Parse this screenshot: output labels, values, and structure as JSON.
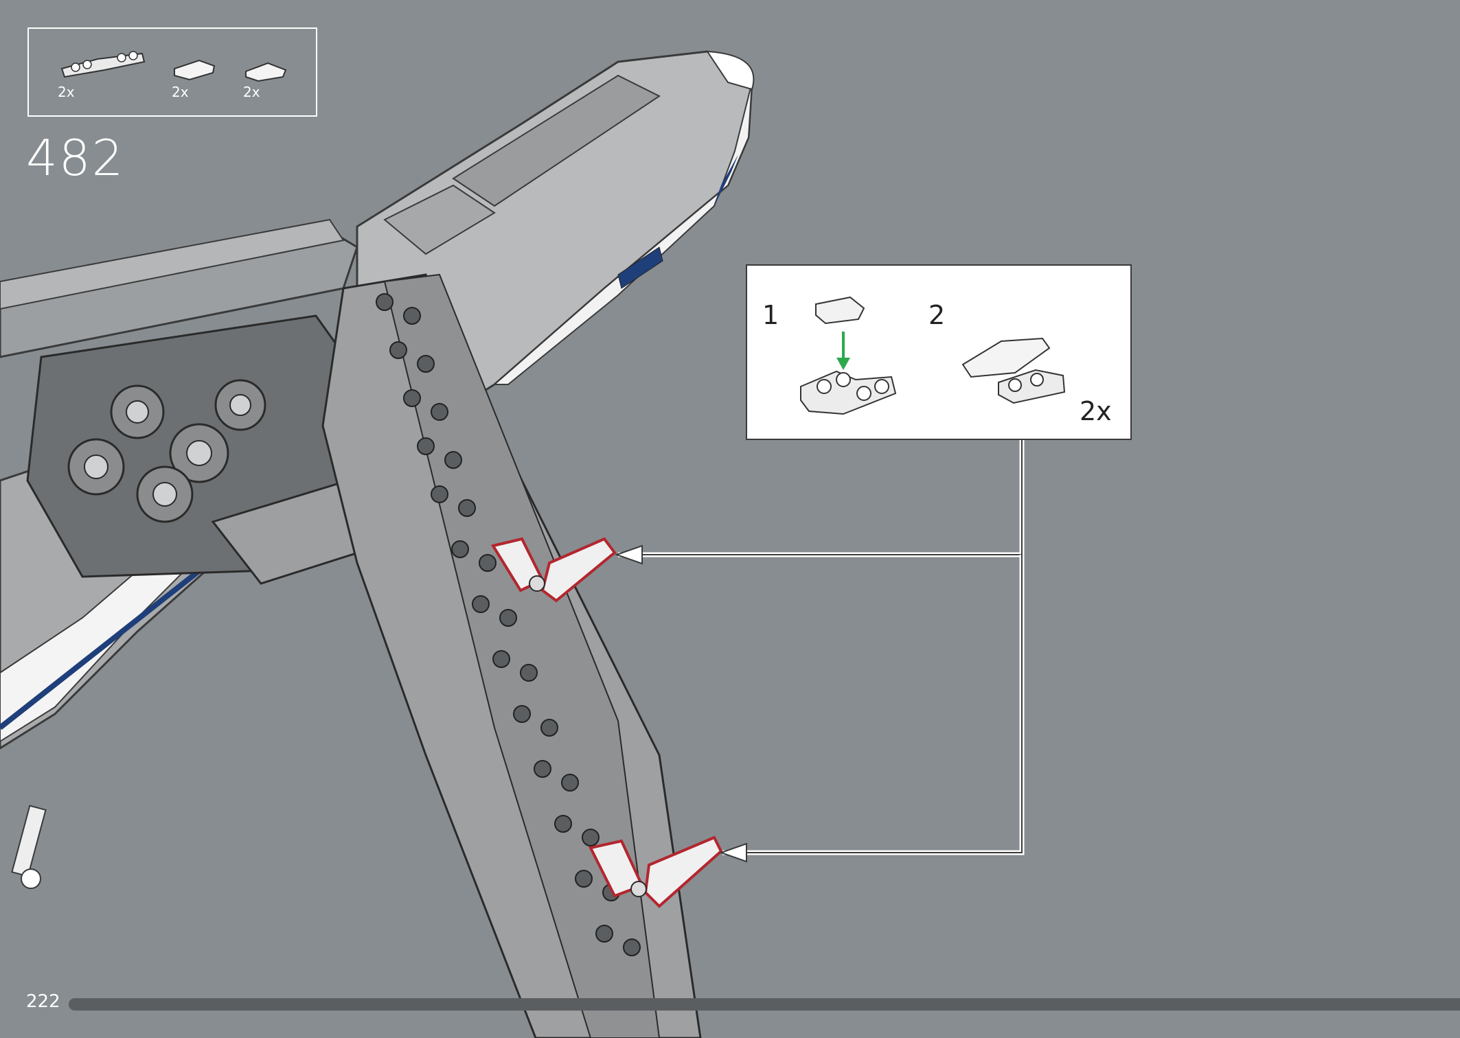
{
  "page": {
    "background": "#878d90",
    "accent_highlight": "#b3262e",
    "arrow_green": "#2ea84f"
  },
  "parts_list": {
    "items": [
      {
        "icon": "plate-with-ball-joint-icon",
        "quantity": "2x"
      },
      {
        "icon": "curved-slope-tile-icon",
        "quantity": "2x"
      },
      {
        "icon": "curved-wedge-tile-icon",
        "quantity": "2x"
      }
    ]
  },
  "step": {
    "number": "482"
  },
  "callout": {
    "sub_steps": [
      {
        "label": "1"
      },
      {
        "label": "2"
      }
    ],
    "quantity": "2x"
  },
  "footer": {
    "page_number": "222",
    "progress": 1.0
  }
}
